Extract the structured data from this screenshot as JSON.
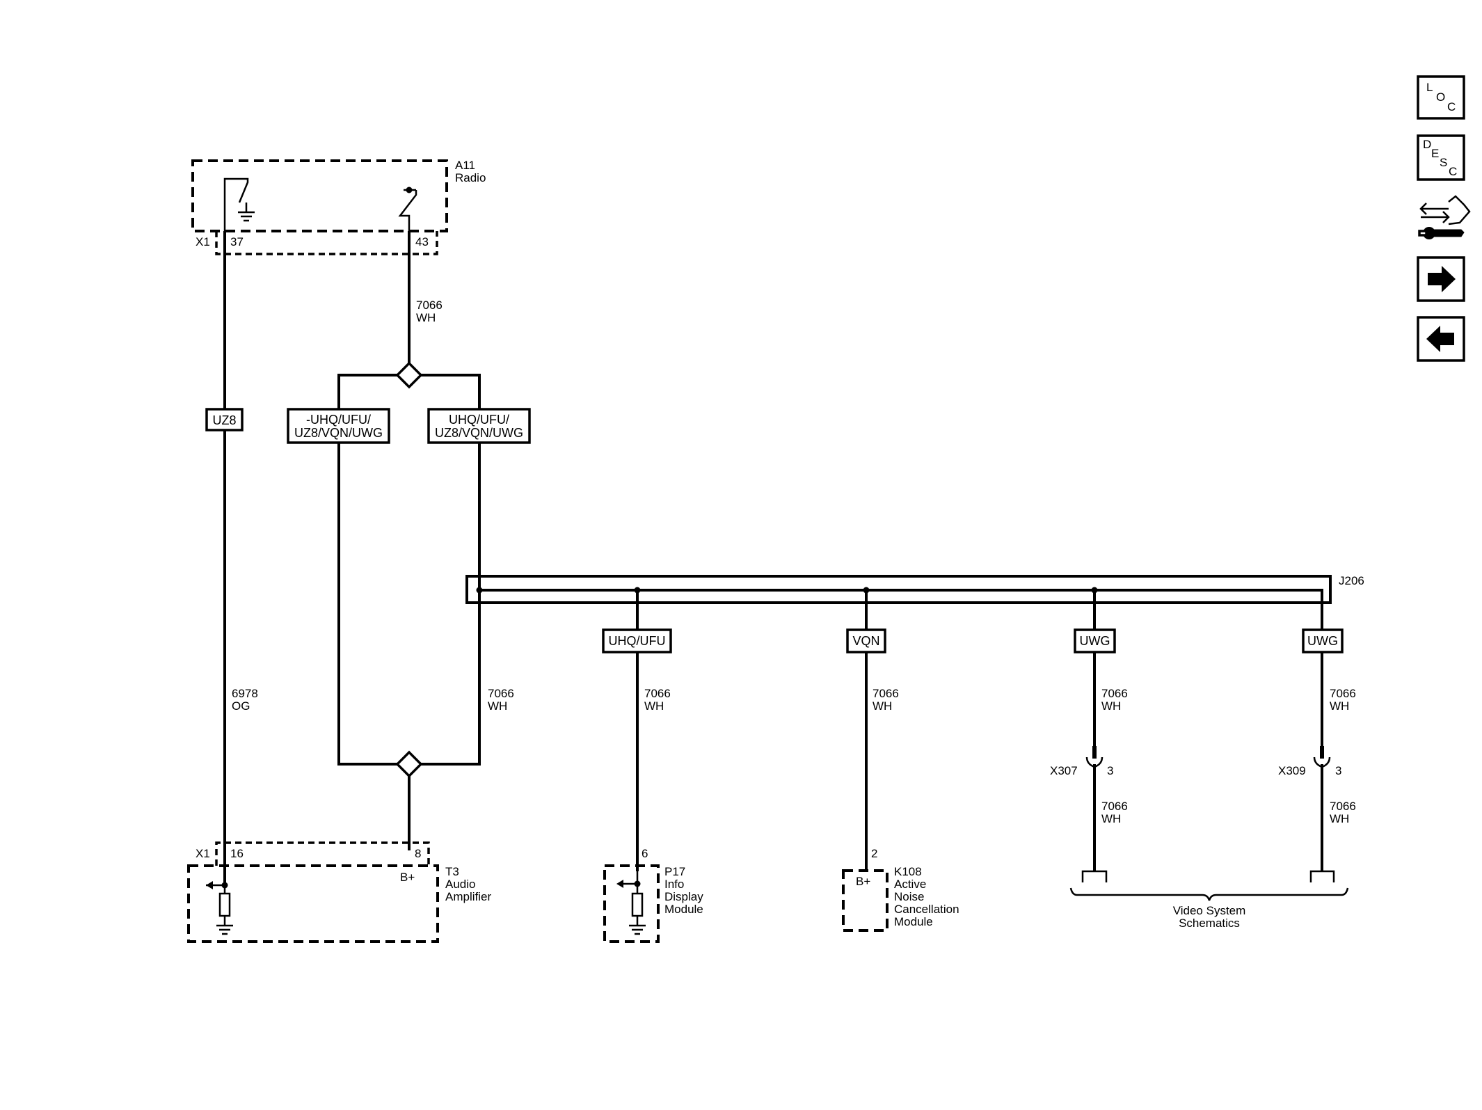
{
  "nav": {
    "loc": [
      "L",
      "O",
      "C"
    ],
    "desc": [
      "D",
      "E",
      "S",
      "C"
    ],
    "icons": [
      "loc-icon",
      "desc-icon",
      "connector-repair-icon",
      "next-arrow-icon",
      "previous-arrow-icon"
    ]
  },
  "components": {
    "a11": {
      "ref": "A11",
      "name": "Radio",
      "connector": "X1",
      "pin_a": "37",
      "pin_b": "43"
    },
    "t3": {
      "ref": "T3",
      "name1": "Audio",
      "name2": "Amplifier",
      "connector": "X1",
      "pin_a": "16",
      "pin_b": "8",
      "power": "B+"
    },
    "p17": {
      "ref": "P17",
      "name1": "Info",
      "name2": "Display",
      "name3": "Module",
      "pin": "6"
    },
    "k108": {
      "ref": "K108",
      "name1": "Active",
      "name2": "Noise",
      "name3": "Cancellation",
      "name4": "Module",
      "pin": "2",
      "power": "B+"
    },
    "j206": {
      "ref": "J206"
    },
    "x307": {
      "ref": "X307",
      "pin": "3"
    },
    "x309": {
      "ref": "X309",
      "pin": "3"
    },
    "video": {
      "line1": "Video System",
      "line2": "Schematics"
    }
  },
  "options": {
    "uz8": "UZ8",
    "neg_line1": "-UHQ/UFU/",
    "neg_line2": "UZ8/VQN/UWG",
    "pos_line1": "UHQ/UFU/",
    "pos_line2": "UZ8/VQN/UWG",
    "uhq_ufu": "UHQ/UFU",
    "vqn": "VQN",
    "uwg1": "UWG",
    "uwg2": "UWG"
  },
  "wires": {
    "w_radio_out": {
      "circuit": "7066",
      "color": "WH"
    },
    "w_orange": {
      "circuit": "6978",
      "color": "OG"
    },
    "w_right_branch": {
      "circuit": "7066",
      "color": "WH"
    },
    "w_p17": {
      "circuit": "7066",
      "color": "WH"
    },
    "w_k108": {
      "circuit": "7066",
      "color": "WH"
    },
    "w_uwg1_top": {
      "circuit": "7066",
      "color": "WH"
    },
    "w_uwg2_top": {
      "circuit": "7066",
      "color": "WH"
    },
    "w_uwg1_bot": {
      "circuit": "7066",
      "color": "WH"
    },
    "w_uwg2_bot": {
      "circuit": "7066",
      "color": "WH"
    }
  }
}
